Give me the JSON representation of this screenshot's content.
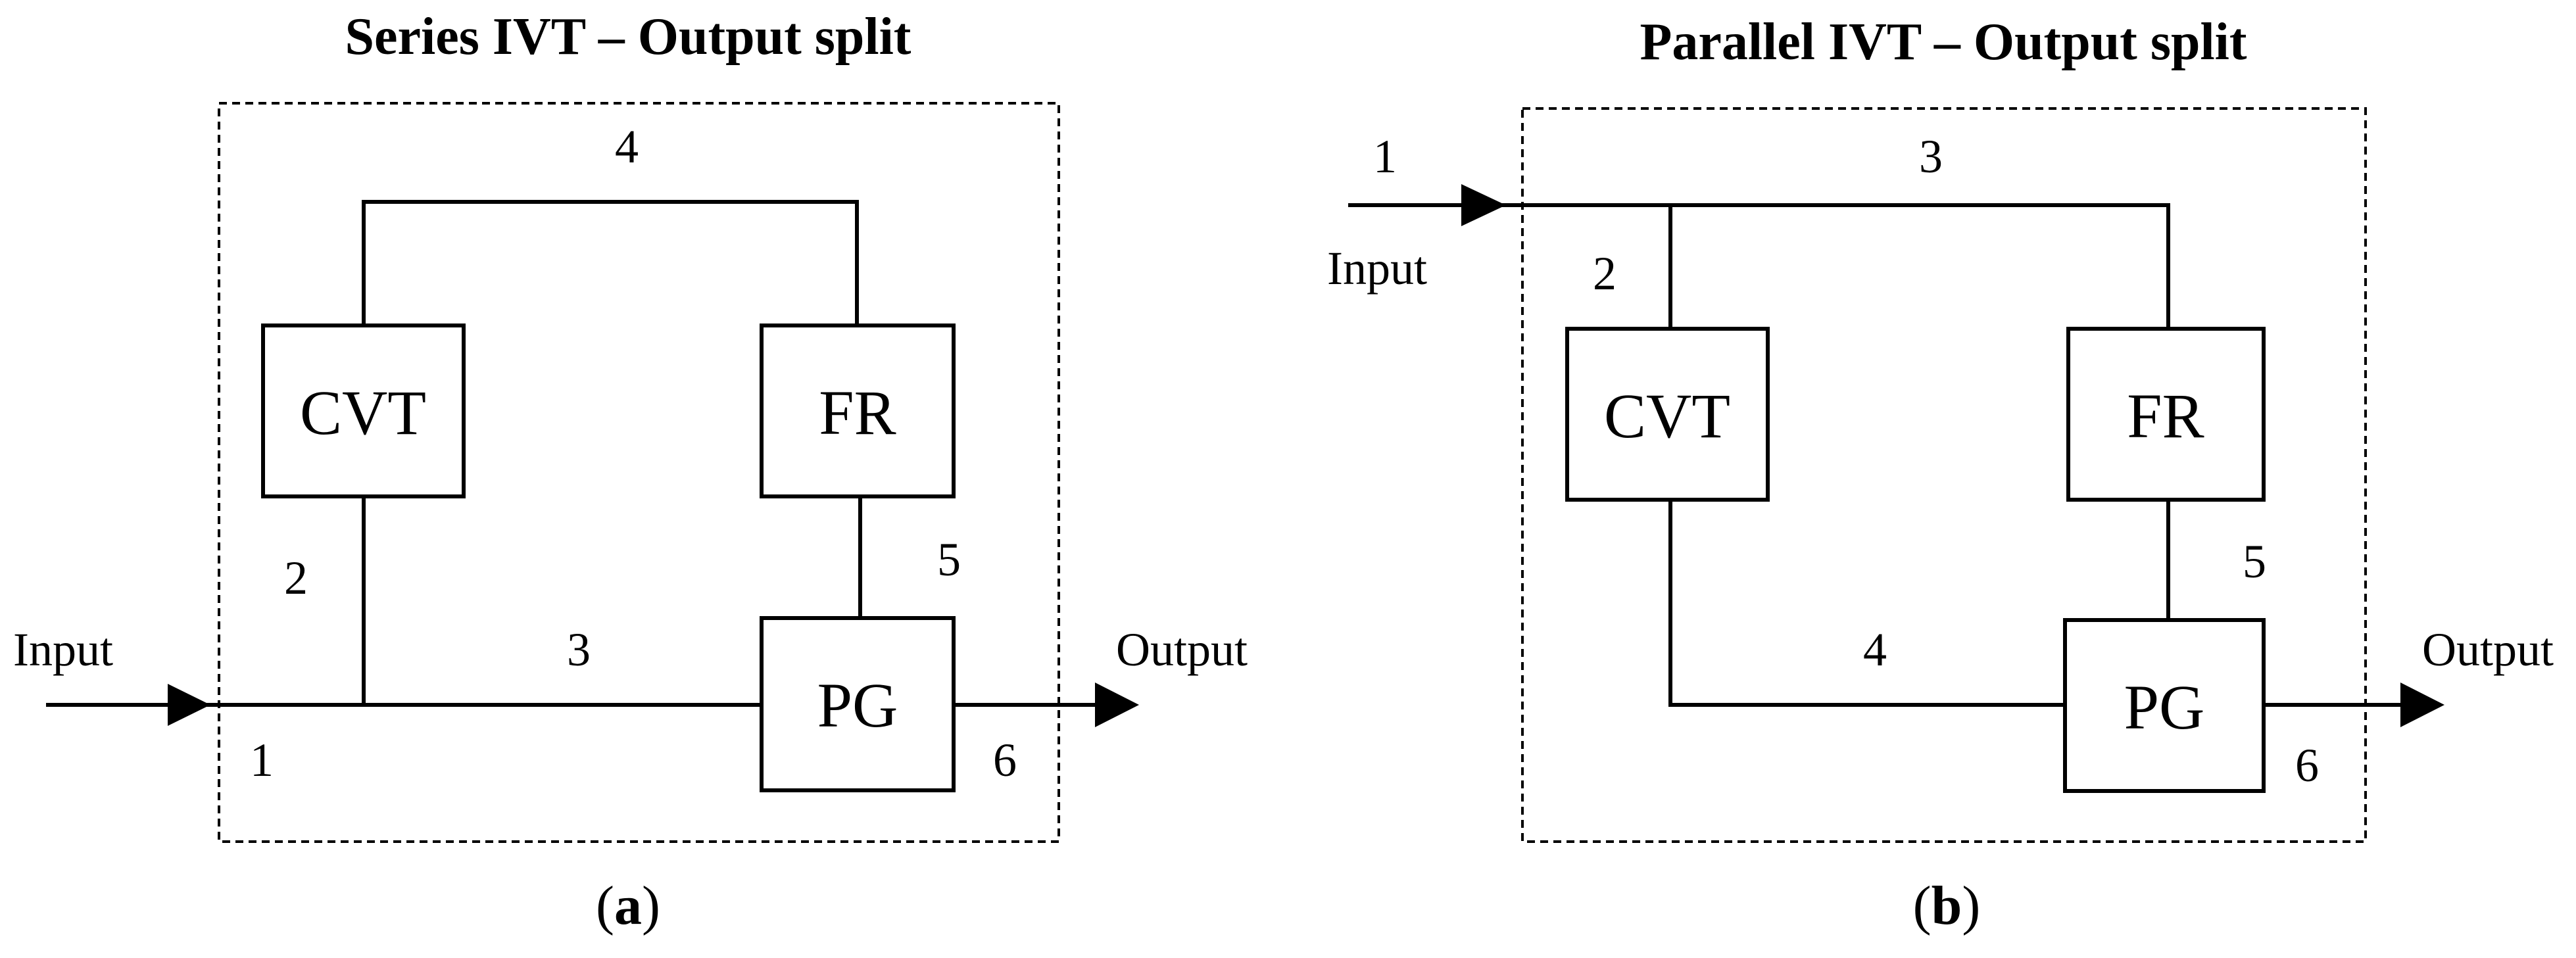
{
  "diagram_a": {
    "title": "Series IVT – Output split",
    "blocks": {
      "cvt": "CVT",
      "fr": "FR",
      "pg": "PG"
    },
    "input_label": "Input",
    "output_label": "Output",
    "links": {
      "l1": "1",
      "l2": "2",
      "l3": "3",
      "l4": "4",
      "l5": "5",
      "l6": "6"
    },
    "caption_open": "(",
    "caption_letter": "a",
    "caption_close": ")"
  },
  "diagram_b": {
    "title": "Parallel IVT – Output split",
    "blocks": {
      "cvt": "CVT",
      "fr": "FR",
      "pg": "PG"
    },
    "input_label": "Input",
    "output_label": "Output",
    "links": {
      "l1": "1",
      "l2": "2",
      "l3": "3",
      "l4": "4",
      "l5": "5",
      "l6": "6"
    },
    "caption_open": "(",
    "caption_letter": "b",
    "caption_close": ")"
  },
  "colors": {
    "line": "#000000",
    "background": "#ffffff"
  }
}
